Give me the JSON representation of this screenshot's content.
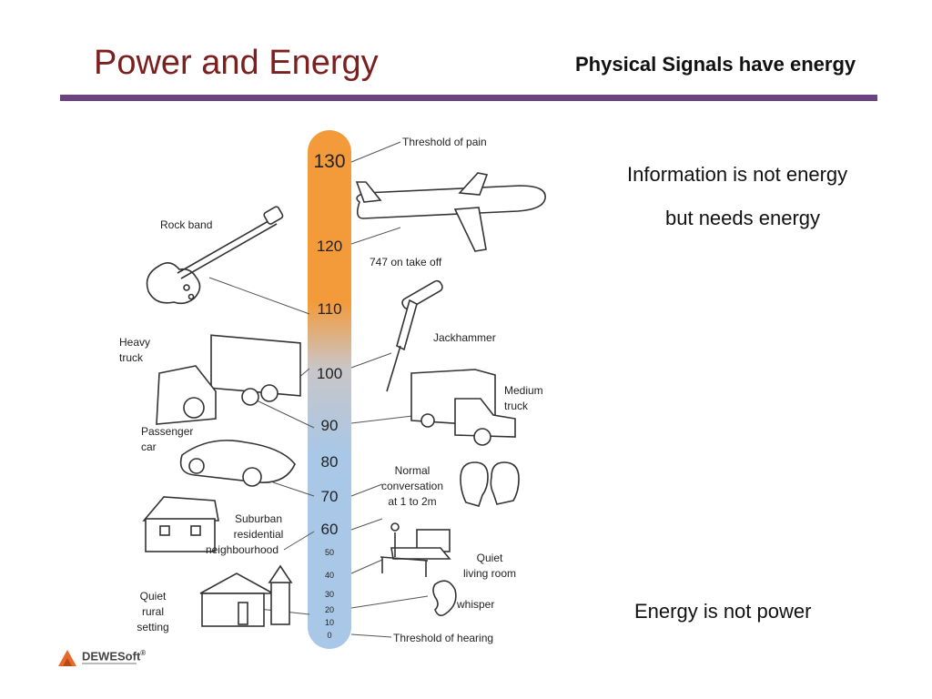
{
  "slide": {
    "title": "Power and Energy",
    "subtitle": "Physical Signals have energy",
    "points": [
      "Information is not energy",
      "but needs energy",
      "Energy is not power"
    ],
    "accent_color": "#6b4380",
    "title_color": "#7b1f1f"
  },
  "scale": {
    "colors": {
      "high": "#f39a3a",
      "mid": "#c9c6c8",
      "low": "#a9c7e6"
    },
    "ticks": [
      {
        "value": "130",
        "big": true
      },
      {
        "value": "120",
        "big": true
      },
      {
        "value": "110",
        "big": true
      },
      {
        "value": "100",
        "big": true
      },
      {
        "value": "90",
        "big": true
      },
      {
        "value": "80",
        "big": true
      },
      {
        "value": "70",
        "big": true
      },
      {
        "value": "60",
        "big": true
      },
      {
        "value": "50",
        "big": false
      },
      {
        "value": "40",
        "big": false
      },
      {
        "value": "30",
        "big": false
      },
      {
        "value": "20",
        "big": false
      },
      {
        "value": "10",
        "big": false
      },
      {
        "value": "0",
        "big": false
      }
    ]
  },
  "labels": {
    "threshold_pain": "Threshold of pain",
    "rock_band": "Rock band",
    "take_off": "747 on take off",
    "jackhammer": "Jackhammer",
    "heavy_truck": [
      "Heavy",
      "truck"
    ],
    "medium_truck": [
      "Medium",
      "truck"
    ],
    "passenger_car": [
      "Passenger",
      "car"
    ],
    "conversation": [
      "Normal",
      "conversation",
      "at 1 to 2m"
    ],
    "suburban": [
      "Suburban",
      "residential",
      "neighbourhood"
    ],
    "quiet_living": [
      "Quiet",
      "living room"
    ],
    "quiet_rural": [
      "Quiet",
      "rural",
      "setting"
    ],
    "whisper": "whisper",
    "threshold_hearing": "Threshold of hearing"
  },
  "logo": {
    "text": "DEWESoft",
    "mark": "®"
  }
}
